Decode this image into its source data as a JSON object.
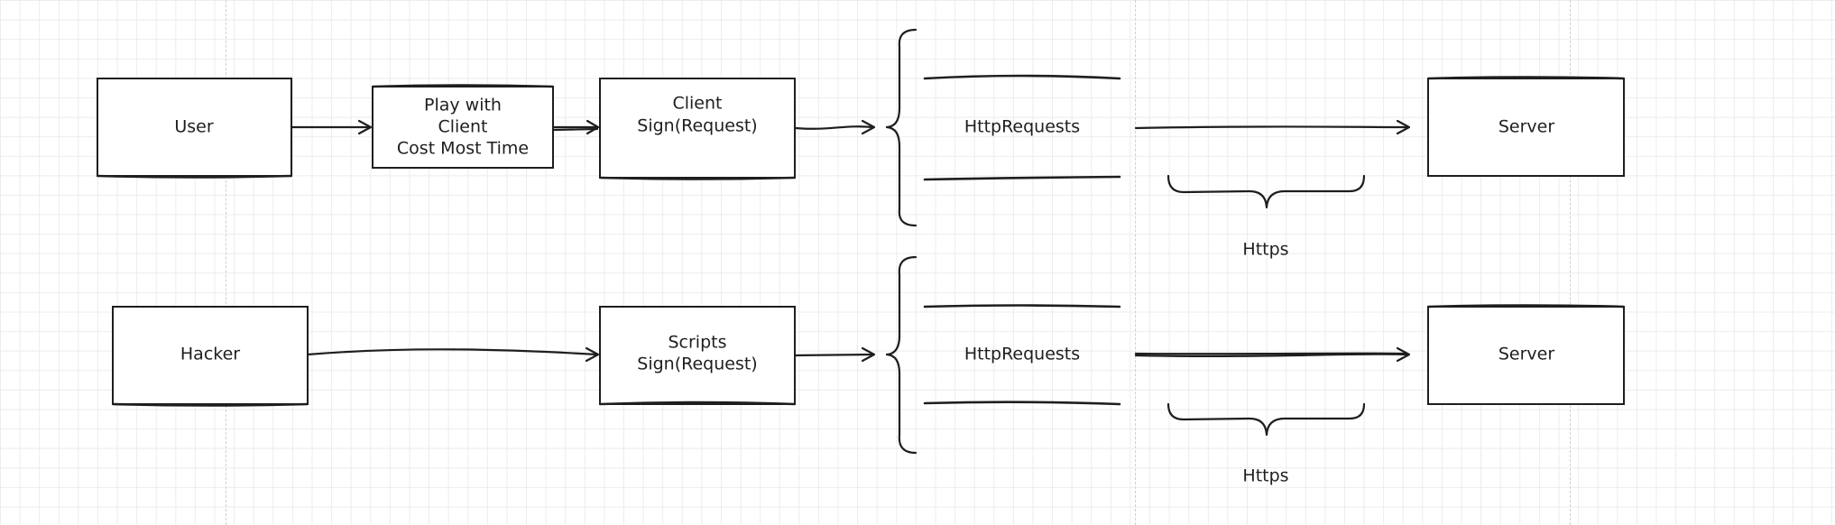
{
  "rows": [
    {
      "source": "User",
      "stage": [
        "Play with",
        "Client",
        "Cost Most Time"
      ],
      "signer": [
        "Client",
        "Sign(Request)"
      ],
      "requests": "HttpRequests",
      "protocol": "Https",
      "target": "Server"
    },
    {
      "source": "Hacker",
      "signer": [
        "Scripts",
        "Sign(Request)"
      ],
      "requests": "HttpRequests",
      "protocol": "Https",
      "target": "Server"
    }
  ],
  "colors": {
    "stroke": "#1e1e1e",
    "grid": "#ececec",
    "background": "#ffffff"
  }
}
